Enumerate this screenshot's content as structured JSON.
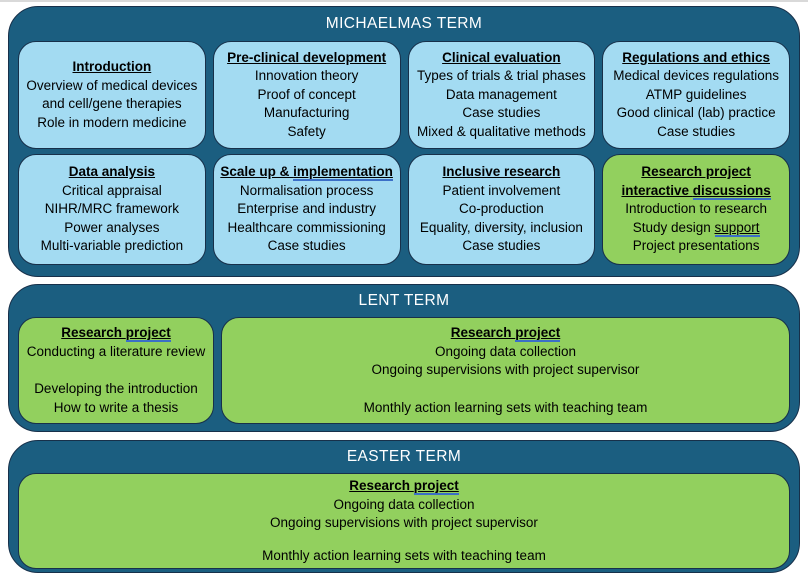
{
  "colors": {
    "container_fill": "#1b5e80",
    "container_border": "#17304a",
    "box_border": "#17304a",
    "blue_box": "#a3dbf2",
    "green_box": "#92d05e",
    "title_text": "#ffffff",
    "grammar_blue": "#3b6fc7"
  },
  "michaelmas": {
    "title": "MICHAELMAS TERM",
    "row1": [
      {
        "heading": "Introduction",
        "lines": [
          "Overview of medical devices",
          "and cell/gene therapies",
          "Role in modern medicine"
        ]
      },
      {
        "heading": "Pre-clinical development",
        "lines": [
          "Innovation theory",
          "Proof of concept",
          "Manufacturing",
          "Safety"
        ]
      },
      {
        "heading": "Clinical evaluation",
        "lines": [
          "Types of trials & trial phases",
          "Data management",
          "Case studies",
          "Mixed & qualitative methods"
        ]
      },
      {
        "heading": "Regulations and ethics",
        "lines": [
          "Medical devices regulations",
          "ATMP guidelines",
          "Good clinical (lab) practice",
          "Case studies"
        ]
      }
    ],
    "row2": [
      {
        "heading": "Data analysis",
        "lines": [
          "Critical appraisal",
          "NIHR/MRC framework",
          "Power analyses",
          "Multi-variable prediction"
        ]
      },
      {
        "heading_pre": "Scale up & ",
        "heading_blue": "implementation",
        "lines": [
          "Normalisation process",
          "Enterprise and industry",
          "Healthcare commissioning",
          "Case studies"
        ]
      },
      {
        "heading": "Inclusive research",
        "lines": [
          "Patient involvement",
          "Co-production",
          "Equality, diversity, inclusion",
          "Case studies"
        ]
      },
      {
        "heading_line1": "Research project",
        "heading_line2_pre": "interactive ",
        "heading_line2_blue": "discussions",
        "line1": "Introduction to research",
        "line2_pre": "Study design ",
        "line2_underlined": "support",
        "line3": "Project presentations"
      }
    ]
  },
  "lent": {
    "title": "LENT TERM",
    "left_box": {
      "heading_pre": "Research ",
      "heading_blue": "project",
      "line1": "Conducting a literature review",
      "line2": "Developing the introduction",
      "line3": "How to write a thesis"
    },
    "right_box": {
      "heading_pre": "Research ",
      "heading_blue": "project",
      "line1": "Ongoing data collection",
      "line2": "Ongoing supervisions with project supervisor",
      "line3": "Monthly action learning sets with teaching team"
    }
  },
  "easter": {
    "title": "EASTER TERM",
    "box": {
      "heading_pre": "Research ",
      "heading_blue": "project",
      "line1": "Ongoing data collection",
      "line2": "Ongoing supervisions with project supervisor",
      "line3": "Monthly action learning sets with teaching team"
    }
  }
}
